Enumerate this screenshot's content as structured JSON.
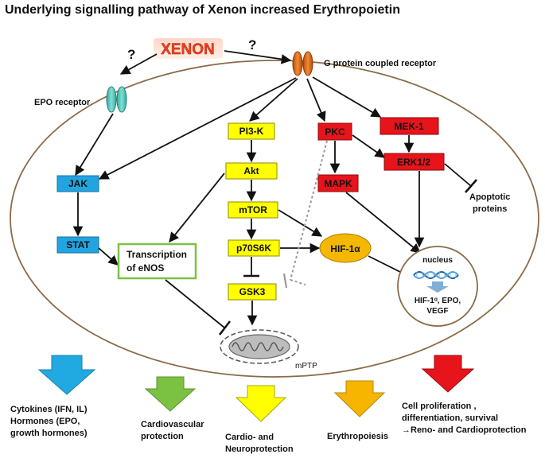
{
  "title": "Underlying signalling pathway of Xenon increased Erythropoietin",
  "xenon": "XENON",
  "question_mark": "?",
  "receptors": {
    "epo": "EPO receptor",
    "gpcr": "G protein coupled receptor"
  },
  "nodes": {
    "jak": "JAK",
    "stat": "STAT",
    "enos_line1": "Transcription",
    "enos_line2": "of eNOS",
    "pi3k": "PI3-K",
    "akt": "Akt",
    "mtor": "mTOR",
    "p70s6k": "p70S6K",
    "gsk3": "GSK3",
    "pkc": "PKC",
    "mapk": "MAPK",
    "mek1": "MEK-1",
    "erk": "ERK1/2",
    "hif": "HIF-1α",
    "apoptotic_line1": "Apoptotic",
    "apoptotic_line2": "proteins",
    "nucleus": "nucleus",
    "nucleus_out_line1": "HIF-1ᵅ, EPO,",
    "nucleus_out_line2": "VEGF",
    "mptp": "mPTP"
  },
  "outcomes": [
    {
      "lines": [
        "Cytokines (IFN, IL)",
        "Hormones (EPO,",
        "growth hormones)"
      ],
      "color": "#21a9e1"
    },
    {
      "lines": [
        "Cardiovascular",
        "protection"
      ],
      "color": "#7cc242"
    },
    {
      "lines": [
        "Cardio- and",
        "Neuroprotection"
      ],
      "color": "#ffff00"
    },
    {
      "lines": [
        "Erythropoiesis"
      ],
      "color": "#f7b500"
    },
    {
      "lines": [
        "Cell proliferation ,",
        "differentiation, survival",
        "→Reno- and Cardioprotection"
      ],
      "color": "#e8141b"
    }
  ]
}
